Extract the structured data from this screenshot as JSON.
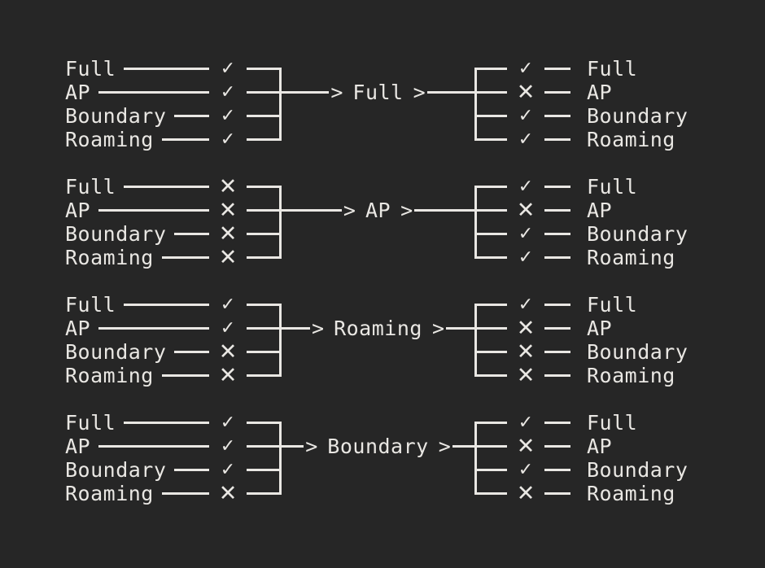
{
  "colors": {
    "background": "#262626",
    "foreground": "#e9e7e3"
  },
  "row_labels": [
    "Full",
    "AP",
    "Boundary",
    "Roaming"
  ],
  "arrow_glyph": ">",
  "icons": {
    "pass_glyph": "✓",
    "fail_glyph": "✕"
  },
  "groups": [
    {
      "center": "Full",
      "left_marks": [
        "✓",
        "✓",
        "✓",
        "✓"
      ],
      "left_states": [
        "pass",
        "pass",
        "pass",
        "pass"
      ],
      "right_marks": [
        "✓",
        "✕",
        "✓",
        "✓"
      ],
      "right_states": [
        "pass",
        "fail",
        "pass",
        "pass"
      ]
    },
    {
      "center": "AP",
      "left_marks": [
        "✕",
        "✕",
        "✕",
        "✕"
      ],
      "left_states": [
        "fail",
        "fail",
        "fail",
        "fail"
      ],
      "right_marks": [
        "✓",
        "✕",
        "✓",
        "✓"
      ],
      "right_states": [
        "pass",
        "fail",
        "pass",
        "pass"
      ]
    },
    {
      "center": "Roaming",
      "left_marks": [
        "✓",
        "✓",
        "✕",
        "✕"
      ],
      "left_states": [
        "pass",
        "pass",
        "fail",
        "fail"
      ],
      "right_marks": [
        "✓",
        "✕",
        "✕",
        "✕"
      ],
      "right_states": [
        "pass",
        "fail",
        "fail",
        "fail"
      ]
    },
    {
      "center": "Boundary",
      "left_marks": [
        "✓",
        "✓",
        "✓",
        "✕"
      ],
      "left_states": [
        "pass",
        "pass",
        "pass",
        "fail"
      ],
      "right_marks": [
        "✓",
        "✕",
        "✓",
        "✕"
      ],
      "right_states": [
        "pass",
        "fail",
        "pass",
        "fail"
      ]
    }
  ]
}
